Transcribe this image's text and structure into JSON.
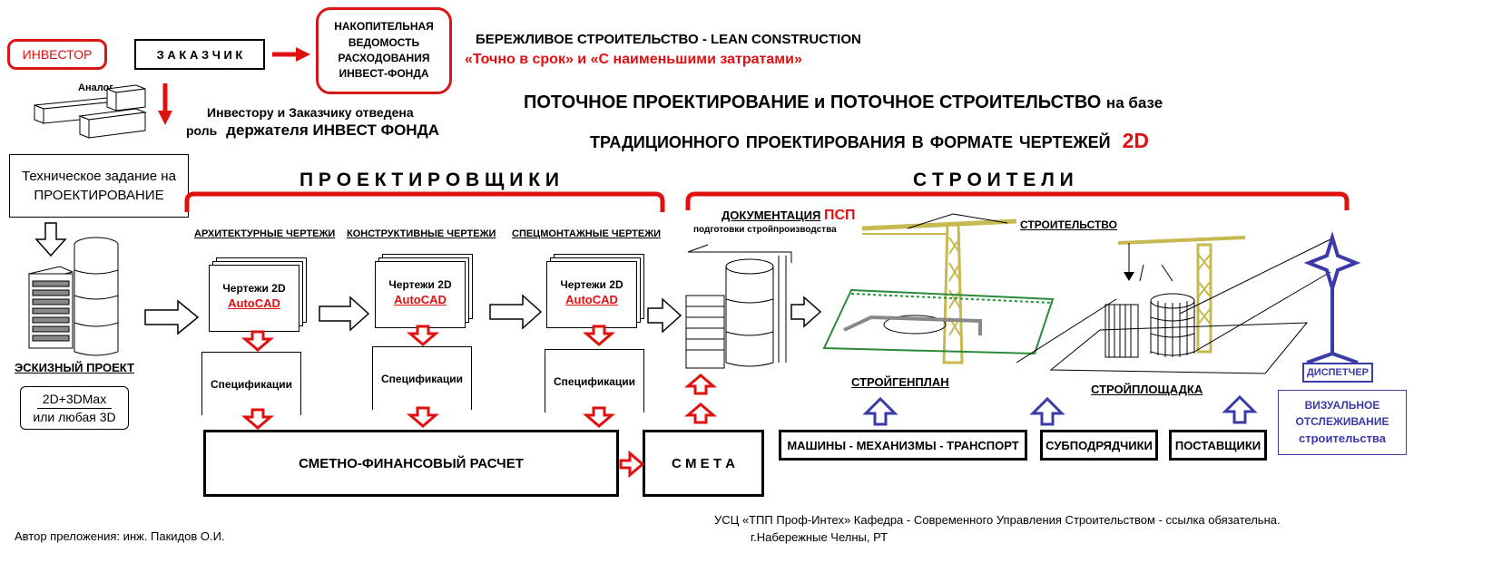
{
  "investor": "ИНВЕСТОР",
  "customer": "З А К А З Ч И К",
  "analog": "Аналог",
  "ledger": "НАКОПИТЕЛЬНАЯ ВЕДОМОСТЬ РАСХОДОВАНИЯ ИНВЕСТ-ФОНДА",
  "lean_title": "БЕРЕЖЛИВОЕ СТРОИТЕЛЬСТВО - LEAN CONSTRUCTION",
  "lean_sub": "«Точно в срок»  и  «С наименьшими затратами»",
  "role_line1": "Инвестору и Заказчику отведена",
  "role_prefix": "роль",
  "role_main": "держателя ИНВЕСТ ФОНДА",
  "headline": {
    "part1": "ПОТОЧНОЕ ПРОЕКТИРОВАНИЕ и ПОТОЧНОЕ СТРОИТЕЛЬСТВО",
    "part2": "на базе",
    "line2": "ТРАДИЦИОННОГО  ПРОЕКТИРОВАНИЯ В ФОРМАТЕ ЧЕРТЕЖЕЙ",
    "line2_accent": "2D"
  },
  "tech_task": {
    "line1": "Техническое задание на",
    "line2": "ПРОЕКТИРОВАНИЕ"
  },
  "designers_label": "П Р О Е К Т И Р О В Щ И К И",
  "builders_label": "С Т Р О И Т Е Л И",
  "columns": [
    {
      "title": "АРХИТЕКТУРНЫЕ ЧЕРТЕЖИ",
      "doc1": "Чертежи 2D",
      "doc2": "AutoCAD",
      "spec": "Спецификации"
    },
    {
      "title": "КОНСТРУКТИВНЫЕ ЧЕРТЕЖИ",
      "doc1": "Чертежи 2D",
      "doc2": "AutoCAD",
      "spec": "Спецификации"
    },
    {
      "title": "СПЕЦМОНТАЖНЫЕ ЧЕРТЕЖИ",
      "doc1": "Чертежи 2D",
      "doc2": "AutoCAD",
      "spec": "Спецификации"
    }
  ],
  "sketch": {
    "title": "ЭСКИЗНЫЙ ПРОЕКТ",
    "line1": "2D+3DMax",
    "line2": "или любая 3D"
  },
  "cost_calc": "СМЕТНО-ФИНАНСОВЫЙ РАСЧЕТ",
  "estimate": "С М Е Т А",
  "psp": {
    "title": "ДОКУМЕНТАЦИЯ",
    "accent": "ПСП",
    "sub": "подготовки стройпроизводства"
  },
  "construction": "СТРОИТЕЛЬСТВО",
  "site_plan": "СТРОЙГЕНПЛАН",
  "site": "СТРОЙПЛОЩАДКА",
  "machines": "МАШИНЫ  -  МЕХАНИЗМЫ - ТРАНСПОРТ",
  "subcontractors": "СУБПОДРЯДЧИКИ",
  "suppliers": "ПОСТАВЩИКИ",
  "dispatcher": "ДИСПЕТЧЕР",
  "visual": {
    "line1": "ВИЗУАЛЬНОЕ",
    "line2": "ОТСЛЕЖИВАНИЕ",
    "line3": "строительства"
  },
  "author": "Автор преложения: инж. Пакидов О.И.",
  "credit1": "УСЦ  «ТПП Проф-Интех» Кафедра - Современного Управления Строительством - ссылка обязательна.",
  "credit2": "г.Набережные Челны, РТ",
  "colors": {
    "red": "#e01010",
    "blue": "#3a3aa8",
    "crane": "#d8c860"
  }
}
